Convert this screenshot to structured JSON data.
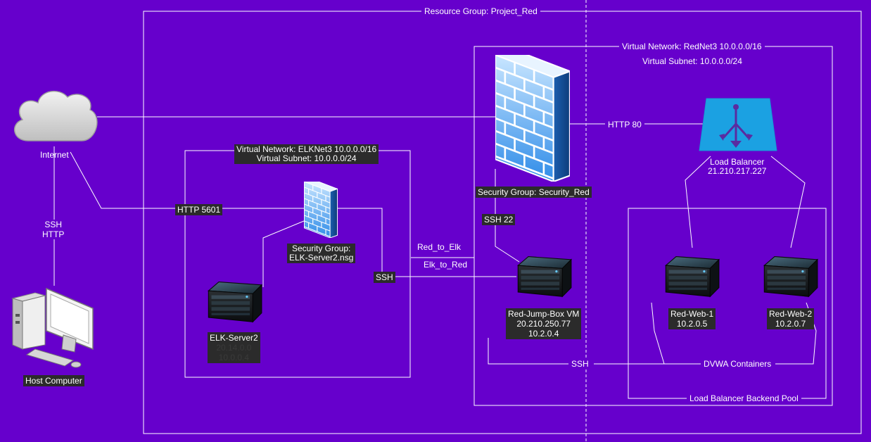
{
  "resource_group": {
    "label": "Resource Group: Project_Red"
  },
  "rednet": {
    "vnet": "Virtual Network: RedNet3 10.0.0.0/16",
    "subnet": "Virtual Subnet: 10.0.0.0/24"
  },
  "elknet": {
    "vnet": "Virtual Network: ELKNet3 10.0.0.0/16",
    "subnet": "Virtual Subnet: 10.0.0.0/24"
  },
  "internet": {
    "label": "Internet"
  },
  "host": {
    "label": "Host Computer",
    "link_label_1": "SSH",
    "link_label_2": "HTTP"
  },
  "firewall_main": {
    "label": "Security Group: Security_Red"
  },
  "firewall_elk": {
    "label_1": "Security Group:",
    "label_2": "ELK-Server2.nsg"
  },
  "load_balancer": {
    "name": "Load Balancer",
    "ip": "21.210.217.227",
    "color": "#1ba1e2"
  },
  "jump_box": {
    "name": "Red-Jump-Box VM",
    "public_ip": "20.210.250.77",
    "private_ip": "10.2.0.4"
  },
  "elk_server": {
    "name": "ELK-Server2",
    "public_ip": "20.14.0.0",
    "private_ip": "10.0.0.4"
  },
  "web1": {
    "name": "Red-Web-1",
    "ip": "10.2.0.5"
  },
  "web2": {
    "name": "Red-Web-2",
    "ip": "10.2.0.7"
  },
  "backend_pool": {
    "label": "Load Balancer Backend Pool"
  },
  "edges": {
    "http80": "HTTP 80",
    "http5601": "HTTP 5601",
    "ssh22": "SSH 22",
    "red_to_elk": "Red_to_Elk",
    "elk_to_red": "Elk_to_Red",
    "ssh_elk": "SSH",
    "ssh_bottom": "SSH",
    "dvwa": "DVWA Containers"
  }
}
